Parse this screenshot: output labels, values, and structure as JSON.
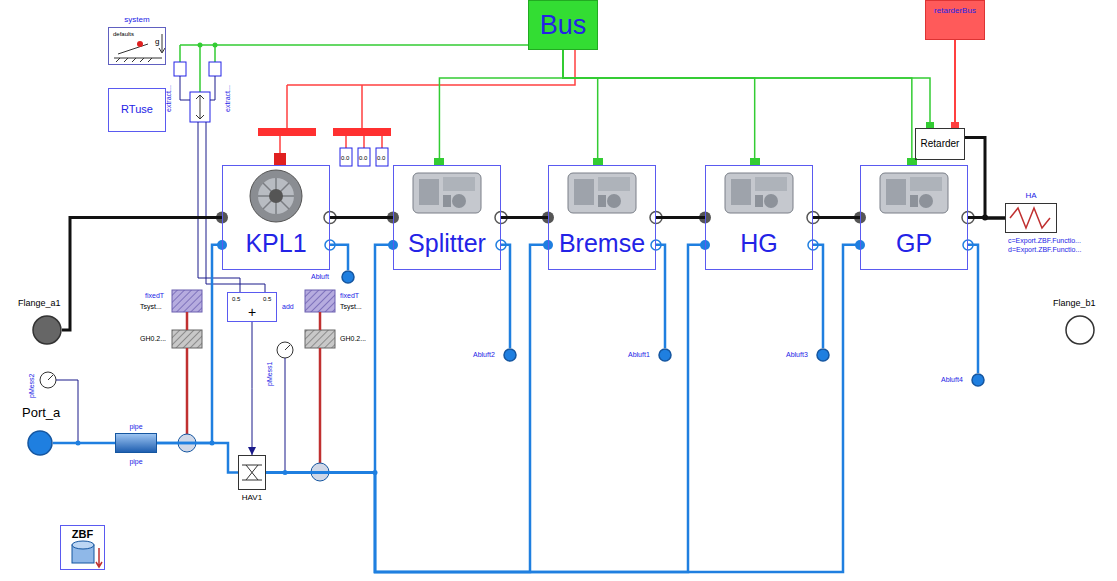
{
  "diagram": {
    "nodes": [
      {
        "text": [
          "system",
          "defaults",
          "g"
        ]
      },
      {
        "text": [
          "RTuse"
        ]
      },
      {
        "text": [
          "Bus"
        ]
      },
      {
        "text": [
          "retarderBus"
        ]
      },
      {
        "text": [
          "Retarder"
        ]
      },
      {
        "text": [
          "KPL1"
        ]
      },
      {
        "text": [
          "Splitter"
        ]
      },
      {
        "text": [
          "Bremse"
        ]
      },
      {
        "text": [
          "HG"
        ]
      },
      {
        "text": [
          "GP"
        ]
      },
      {
        "text": [
          "HA"
        ]
      },
      {
        "text": [
          "Flange_a1"
        ]
      },
      {
        "text": [
          "Flange_b1"
        ]
      },
      {
        "text": [
          "Port_a"
        ]
      },
      {
        "text": [
          "pipe",
          "pipe"
        ]
      },
      {
        "text": [
          "HAV1"
        ]
      },
      {
        "text": [
          "0.5",
          "0.5",
          "+",
          "add"
        ]
      },
      {
        "text": [
          "ZBF"
        ]
      },
      {
        "text": [
          "Abluft"
        ]
      },
      {
        "text": [
          "Abluft2"
        ]
      },
      {
        "text": [
          "Abluft1"
        ]
      },
      {
        "text": [
          "Abluft3"
        ]
      },
      {
        "text": [
          "Abluft4"
        ]
      }
    ],
    "edges": [
      {
        "from": 11,
        "to": 5,
        "arrow": "none"
      },
      {
        "from": 5,
        "to": 6,
        "arrow": "none"
      },
      {
        "from": 6,
        "to": 7,
        "arrow": "none"
      },
      {
        "from": 7,
        "to": 8,
        "arrow": "none"
      },
      {
        "from": 8,
        "to": 9,
        "arrow": "none"
      },
      {
        "from": 9,
        "to": 10,
        "arrow": "none"
      },
      {
        "from": 4,
        "to": 10,
        "arrow": "none"
      },
      {
        "from": 2,
        "to": 6,
        "arrow": "none"
      },
      {
        "from": 2,
        "to": 7,
        "arrow": "none"
      },
      {
        "from": 2,
        "to": 8,
        "arrow": "none"
      },
      {
        "from": 2,
        "to": 9,
        "arrow": "none"
      },
      {
        "from": 2,
        "to": 4,
        "arrow": "none"
      },
      {
        "from": 3,
        "to": 4,
        "arrow": "none"
      },
      {
        "from": 13,
        "to": 14,
        "arrow": "none"
      },
      {
        "from": 14,
        "to": 5,
        "arrow": "none"
      },
      {
        "from": 14,
        "to": 15,
        "arrow": "none"
      },
      {
        "from": 15,
        "to": 6,
        "arrow": "none"
      },
      {
        "from": 15,
        "to": 7,
        "arrow": "none"
      },
      {
        "from": 15,
        "to": 8,
        "arrow": "none"
      },
      {
        "from": 15,
        "to": 9,
        "arrow": "none"
      },
      {
        "from": 5,
        "to": 18,
        "arrow": "none"
      },
      {
        "from": 6,
        "to": 19,
        "arrow": "none"
      },
      {
        "from": 7,
        "to": 20,
        "arrow": "none"
      },
      {
        "from": 8,
        "to": 21,
        "arrow": "none"
      },
      {
        "from": 9,
        "to": 22,
        "arrow": "none"
      },
      {
        "from": 16,
        "to": 15,
        "arrow": "to"
      }
    ],
    "labels": [
      "c=Export.ZBF.Functio...",
      "d=Export.ZBF.Functio...",
      "pMess2",
      "pMess1",
      "extract...",
      "extract...",
      "fixedT",
      "Tsyst...",
      "GH0.2...",
      "fixedT",
      "Tsyst...",
      "GH0.2...",
      "0.0",
      "0.0",
      "0.0"
    ]
  }
}
